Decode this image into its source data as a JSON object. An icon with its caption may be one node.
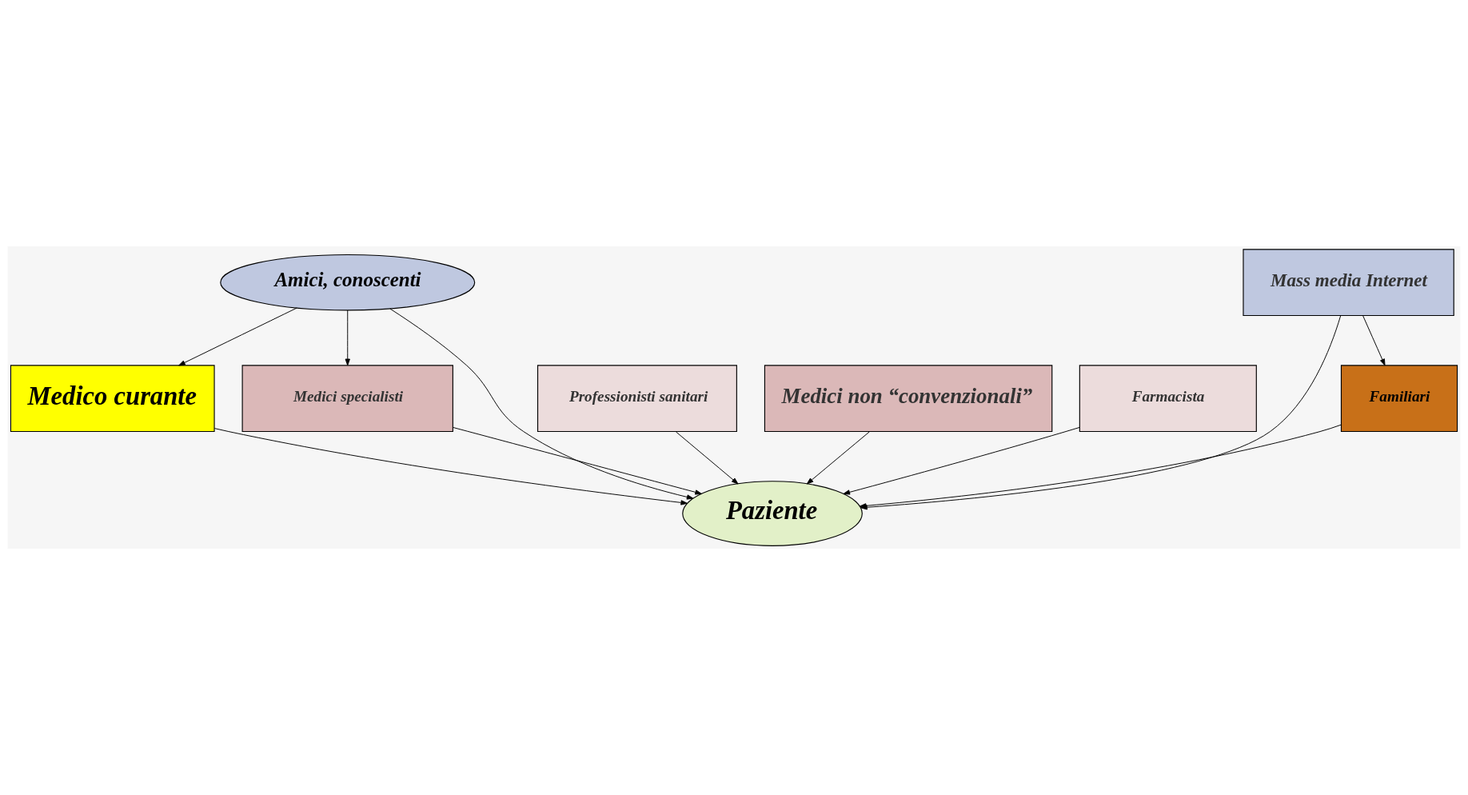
{
  "diagram": {
    "nodes": [
      {
        "text": [
          "Amici, conoscenti"
        ]
      },
      {
        "text": [
          "Medico curante"
        ]
      },
      {
        "text": [
          "Professionisti sanitari"
        ]
      },
      {
        "text": [
          "Medici specialisti"
        ]
      },
      {
        "text": [
          "Paziente"
        ]
      },
      {
        "text": [
          "Medici non “convenzionali”"
        ]
      },
      {
        "text": [
          "Farmacista"
        ]
      },
      {
        "text": [
          "Mass media Internet"
        ]
      },
      {
        "text": [
          "Familiari"
        ]
      }
    ],
    "edges": [
      {
        "from": 0,
        "to": 1,
        "arrow": "to"
      },
      {
        "from": 0,
        "to": 4,
        "arrow": "to"
      },
      {
        "from": 0,
        "to": 3,
        "arrow": "to"
      },
      {
        "from": 1,
        "to": 4,
        "arrow": "to"
      },
      {
        "from": 2,
        "to": 4,
        "arrow": "to"
      },
      {
        "from": 3,
        "to": 4,
        "arrow": "to"
      },
      {
        "from": 5,
        "to": 4,
        "arrow": "to"
      },
      {
        "from": 7,
        "to": 4,
        "arrow": "to"
      },
      {
        "from": 8,
        "to": 4,
        "arrow": "to"
      },
      {
        "from": 6,
        "to": 4,
        "arrow": "to"
      },
      {
        "from": 7,
        "to": 8,
        "arrow": "to"
      }
    ]
  }
}
